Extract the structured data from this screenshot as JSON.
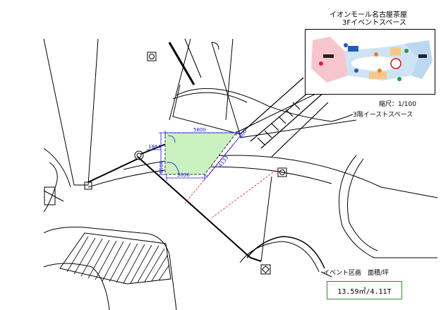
{
  "title": {
    "line1": "イオンモール名古屋茶屋",
    "line2": "3Fイベントスペース"
  },
  "scale": "縮尺：1/100",
  "space_label": "3階イーストスペース",
  "area": {
    "label": "イベント区画　面積/坪",
    "value": "13.59㎡/4.11T"
  },
  "dimensions": {
    "top": "5800",
    "left_offset": "1864",
    "left": "3016",
    "bottom": "3036",
    "diagonal": "4133",
    "corner": "600"
  },
  "colors": {
    "event_area_fill": "#c9f2c0",
    "dimension": "#1a1ad0",
    "guide_line": "#e02020",
    "area_box_border": "#2e8b2e",
    "minimap_marker": "#d01818"
  }
}
